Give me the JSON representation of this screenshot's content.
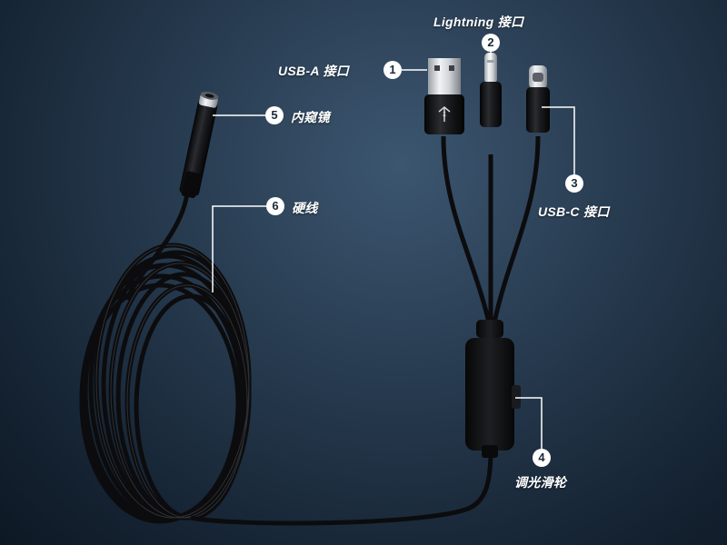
{
  "callouts": [
    {
      "id": "1",
      "number": "1",
      "label": "USB-A 接口"
    },
    {
      "id": "2",
      "number": "2",
      "label": "Lightning 接口"
    },
    {
      "id": "3",
      "number": "3",
      "label": "USB-C 接口"
    },
    {
      "id": "4",
      "number": "4",
      "label": "调光滑轮"
    },
    {
      "id": "5",
      "number": "5",
      "label": "内窥镜"
    },
    {
      "id": "6",
      "number": "6",
      "label": "硬线"
    }
  ],
  "colors": {
    "cable": "#0c0c0e",
    "callout_line": "#ffffff",
    "badge": "#ffffff"
  }
}
